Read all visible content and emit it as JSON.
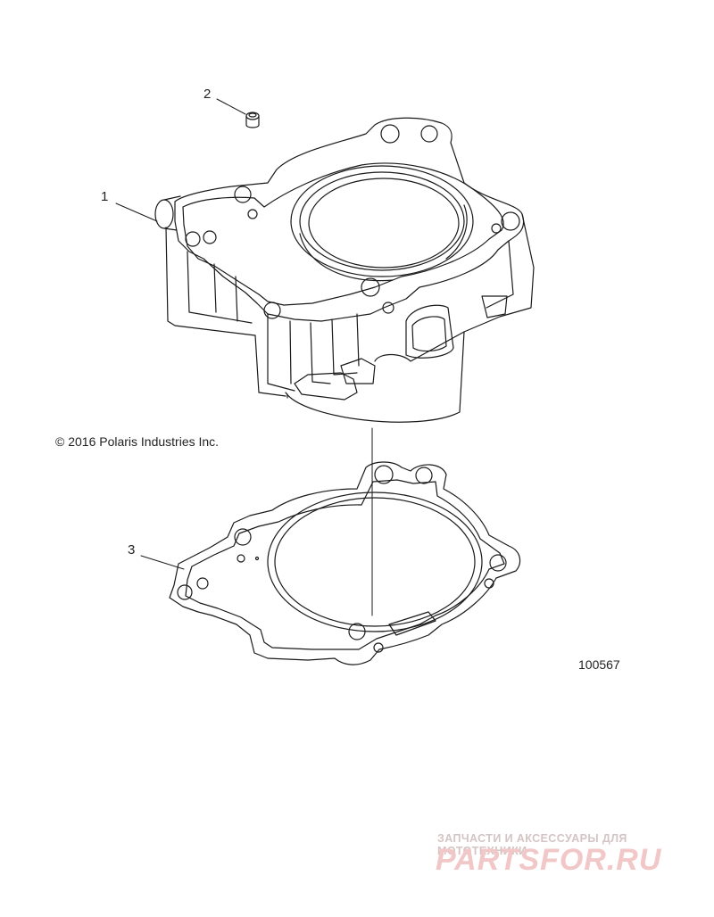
{
  "callouts": {
    "c1": "1",
    "c2": "2",
    "c3": "3"
  },
  "copyright": "© 2016 Polaris Industries Inc.",
  "figure_number": "100567",
  "watermark": {
    "tagline": "ЗАПЧАСТИ И АКСЕССУАРЫ ДЛЯ МОТОТЕХНИКИ",
    "logo": "PARTSFOR.RU"
  },
  "colors": {
    "line": "#1a1a1a",
    "watermark_tagline": "#d4c4c4",
    "watermark_logo": "#f1c7c7"
  }
}
